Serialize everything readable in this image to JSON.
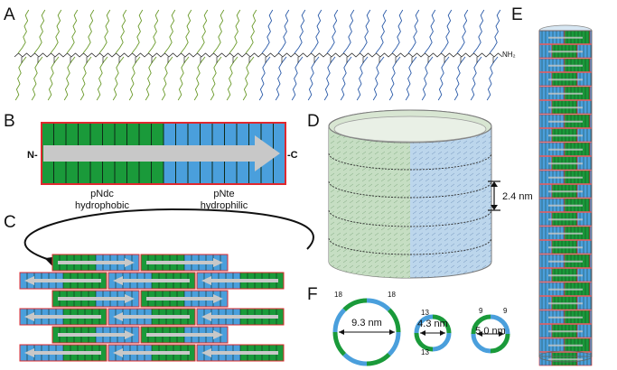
{
  "panels": {
    "a": {
      "label": "A",
      "c_terminus": "NH₂"
    },
    "b": {
      "label": "B",
      "n_end": "N-",
      "c_end": "-C",
      "block1_name": "pNdc",
      "block1_property": "hydrophobic",
      "block2_name": "pNte",
      "block2_property": "hydrophilic"
    },
    "c": {
      "label": "C"
    },
    "d": {
      "label": "D",
      "spacing": "2.4 nm"
    },
    "e": {
      "label": "E"
    },
    "f": {
      "label": "F",
      "ring1": {
        "diameter": "9.3 nm",
        "top_left": "18",
        "top_right": "18"
      },
      "ring2": {
        "diameter": "4.3 nm",
        "top": "13",
        "bottom": "13"
      },
      "ring3": {
        "diameter": "5.0 nm",
        "top_left": "9",
        "top_right": "9"
      }
    }
  },
  "colors": {
    "hydrophobic": "#1a9a3a",
    "hydrophilic": "#4a9fdc",
    "outline": "#e0282e",
    "arrow": "#c8c8c8",
    "sidechain_green": "#6a9a2a",
    "sidechain_blue": "#2a5aa8"
  }
}
